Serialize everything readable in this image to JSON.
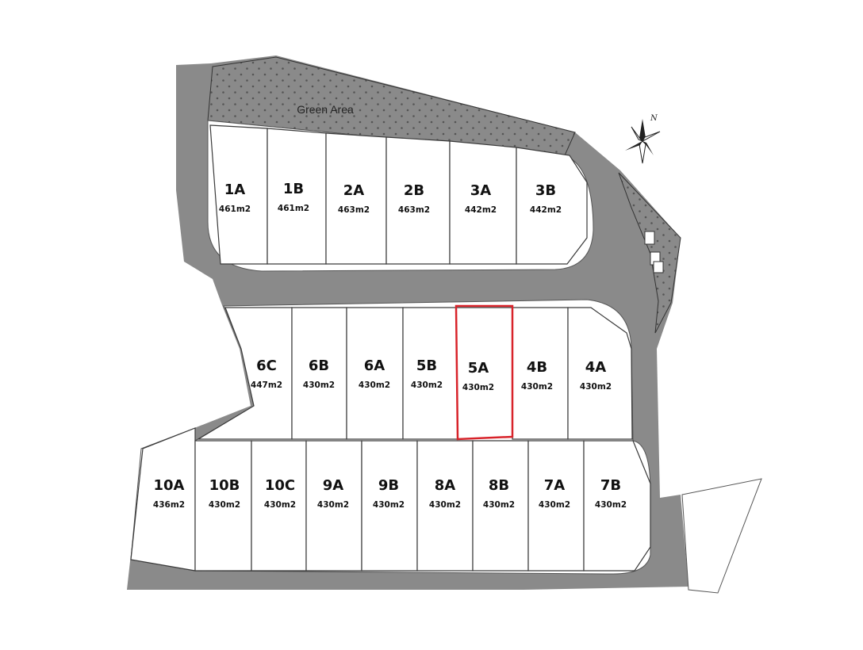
{
  "map": {
    "green_area_label": "Green Area",
    "north_label": "N",
    "road_color": "#8a8a8a",
    "highlight_color": "#d8232a",
    "highlighted_plot": "5A"
  },
  "plots": [
    {
      "id": "1A",
      "area": "461m2"
    },
    {
      "id": "1B",
      "area": "461m2"
    },
    {
      "id": "2A",
      "area": "463m2"
    },
    {
      "id": "2B",
      "area": "463m2"
    },
    {
      "id": "3A",
      "area": "442m2"
    },
    {
      "id": "3B",
      "area": "442m2"
    },
    {
      "id": "6C",
      "area": "447m2"
    },
    {
      "id": "6B",
      "area": "430m2"
    },
    {
      "id": "6A",
      "area": "430m2"
    },
    {
      "id": "5B",
      "area": "430m2"
    },
    {
      "id": "5A",
      "area": "430m2"
    },
    {
      "id": "4B",
      "area": "430m2"
    },
    {
      "id": "4A",
      "area": "430m2"
    },
    {
      "id": "10A",
      "area": "436m2"
    },
    {
      "id": "10B",
      "area": "430m2"
    },
    {
      "id": "10C",
      "area": "430m2"
    },
    {
      "id": "9A",
      "area": "430m2"
    },
    {
      "id": "9B",
      "area": "430m2"
    },
    {
      "id": "8A",
      "area": "430m2"
    },
    {
      "id": "8B",
      "area": "430m2"
    },
    {
      "id": "7A",
      "area": "430m2"
    },
    {
      "id": "7B",
      "area": "430m2"
    }
  ]
}
